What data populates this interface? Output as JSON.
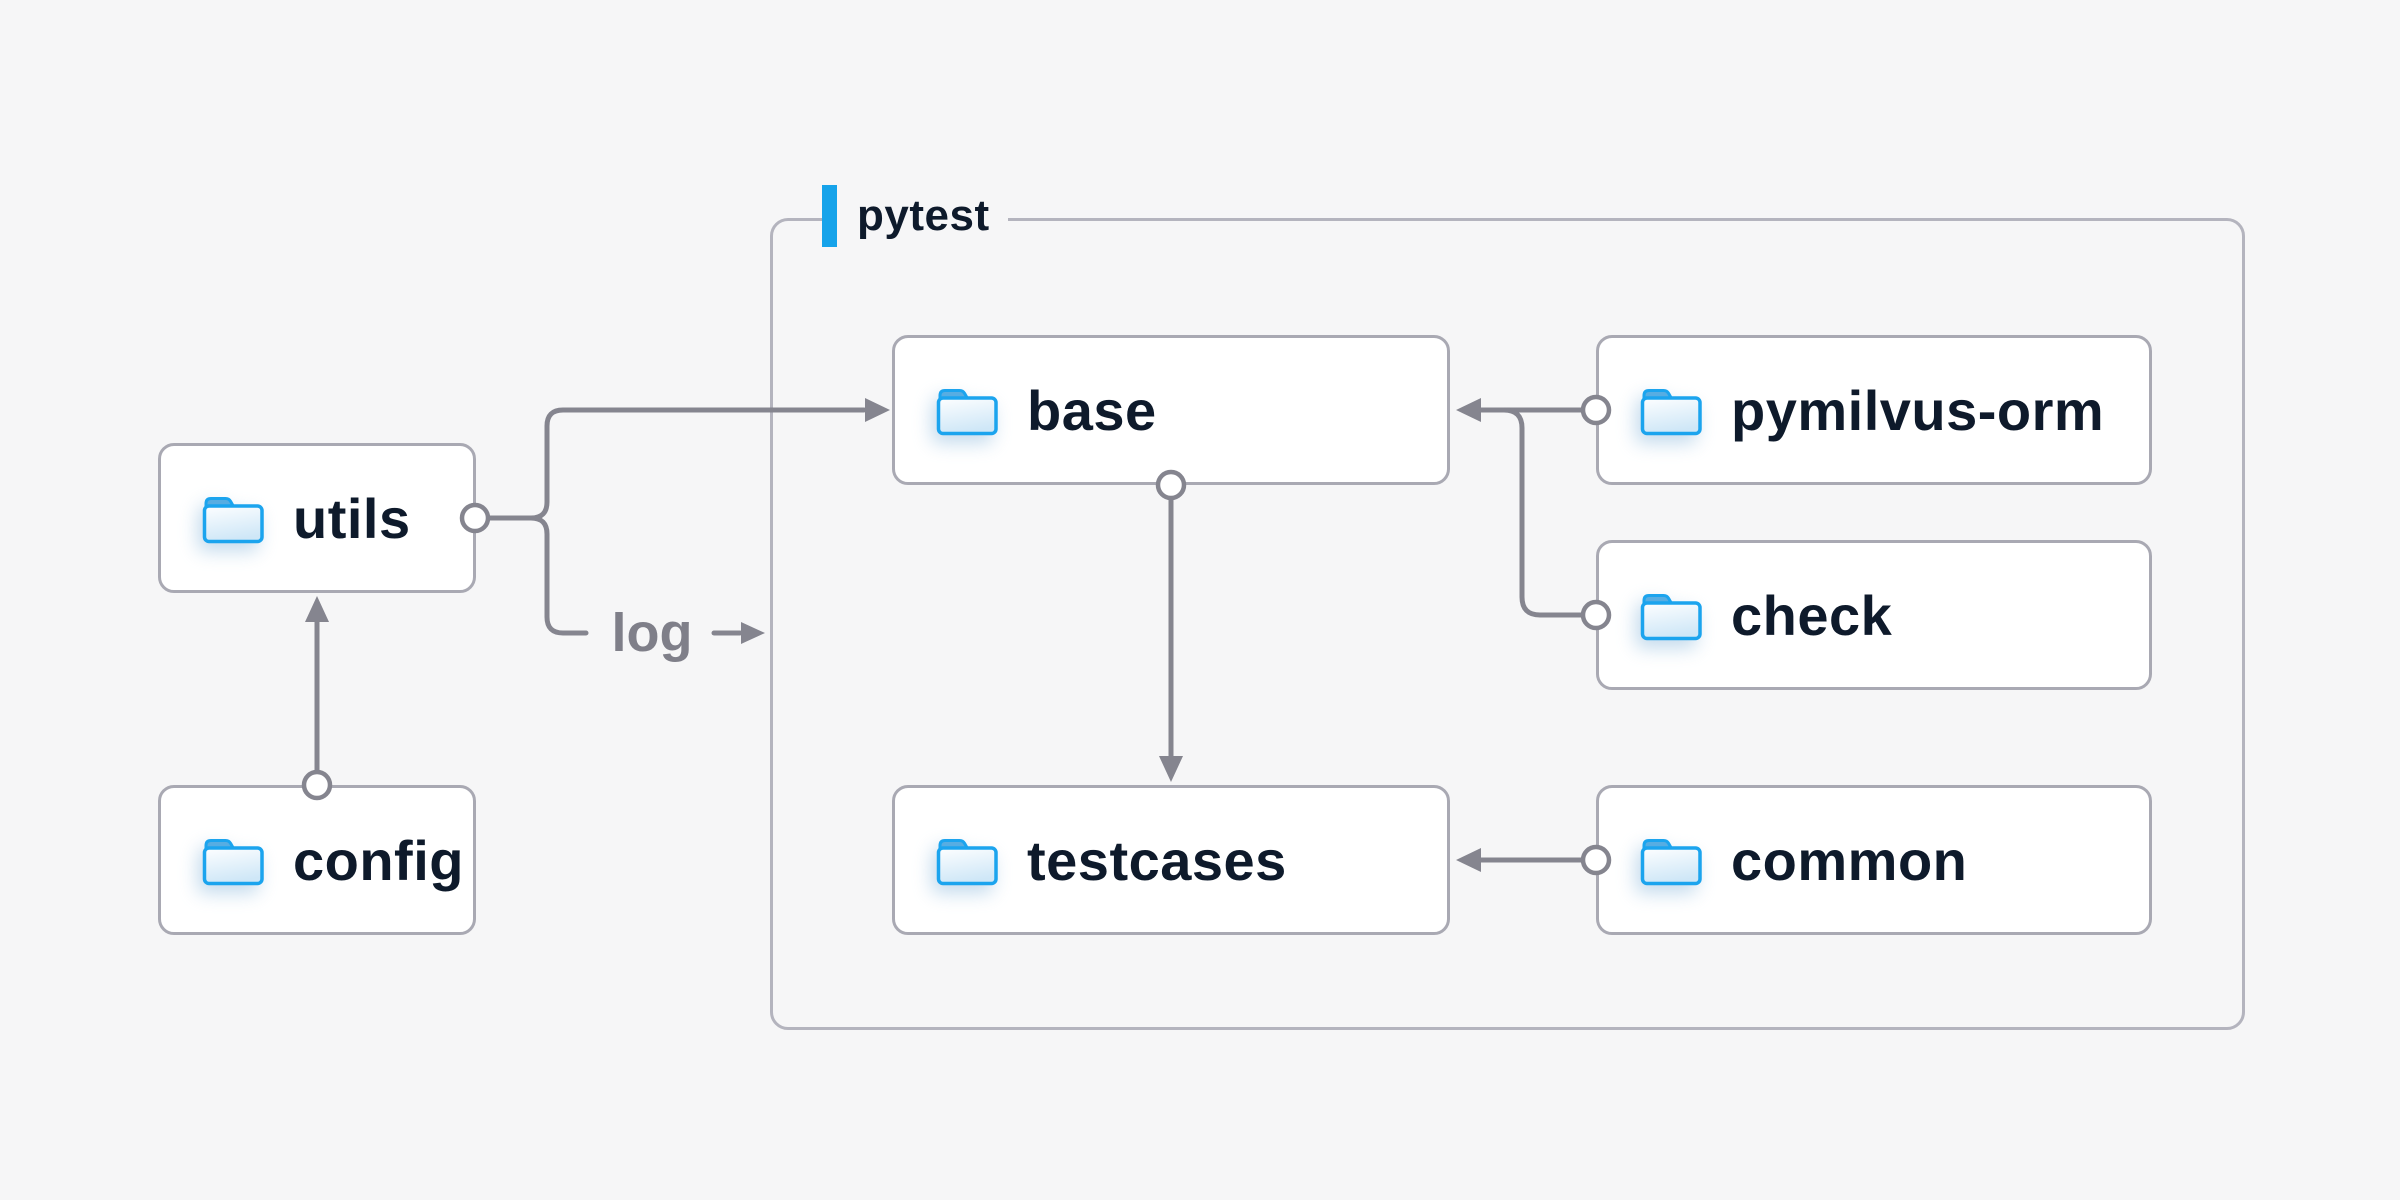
{
  "page": {
    "background": "#f6f6f7"
  },
  "container": {
    "label": "pytest",
    "accent_color": "#16a3ea"
  },
  "nodes": {
    "utils": {
      "label": "utils"
    },
    "config": {
      "label": "config"
    },
    "base": {
      "label": "base"
    },
    "testcases": {
      "label": "testcases"
    },
    "pymilvus_orm": {
      "label": "pymilvus-orm"
    },
    "check": {
      "label": "check"
    },
    "common": {
      "label": "common"
    }
  },
  "edges": {
    "log_label": "log",
    "relations": [
      {
        "from": "config",
        "to": "utils"
      },
      {
        "from": "utils",
        "to": "base"
      },
      {
        "from": "utils",
        "to": "pytest",
        "label": "log"
      },
      {
        "from": "base",
        "to": "testcases"
      },
      {
        "from": "pymilvus-orm",
        "to": "base"
      },
      {
        "from": "check",
        "to": "base"
      },
      {
        "from": "common",
        "to": "testcases"
      }
    ]
  },
  "colors": {
    "line": "#85858f",
    "node_border": "#a9a9b3",
    "container_border": "#b4b4be",
    "node_text": "#0e1a2b",
    "edge_label_text": "#7f7f89",
    "node_background": "#ffffff",
    "folder_stroke": "#1ba4ee",
    "folder_tab": "#57ade2",
    "folder_fill_light": "#fdfeff",
    "folder_fill_dark": "#cfe7f7"
  }
}
